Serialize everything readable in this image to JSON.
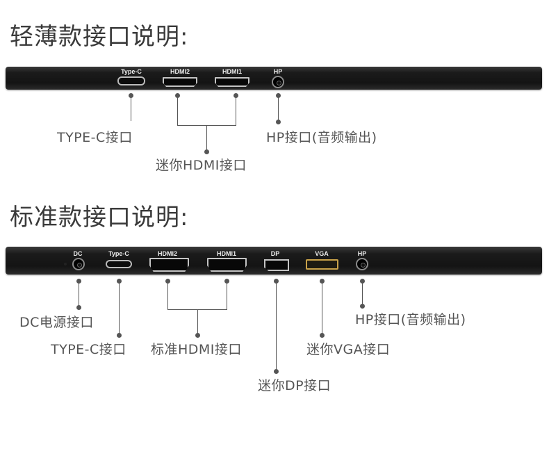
{
  "slim": {
    "heading": "轻薄款接口说明:",
    "ports": {
      "typec": "Type-C",
      "hdmi2": "HDMI2",
      "hdmi1": "HDMI1",
      "hp": "HP"
    },
    "captions": {
      "typec": "TYPE-C接口",
      "hdmi": "迷你HDMI接口",
      "hp": "HP接口(音频输出)"
    }
  },
  "standard": {
    "heading": "标准款接口说明:",
    "ports": {
      "dc": "DC",
      "typec": "Type-C",
      "hdmi2": "HDMI2",
      "hdmi1": "HDMI1",
      "dp": "DP",
      "vga": "VGA",
      "hp": "HP"
    },
    "captions": {
      "dc": "DC电源接口",
      "typec": "TYPE-C接口",
      "hdmi": "标准HDMI接口",
      "dp": "迷你DP接口",
      "vga": "迷你VGA接口",
      "hp": "HP接口(音频输出)"
    }
  },
  "colors": {
    "bar": "#1b1b1b",
    "line": "#555555",
    "vga_accent": "#c9a24a"
  }
}
